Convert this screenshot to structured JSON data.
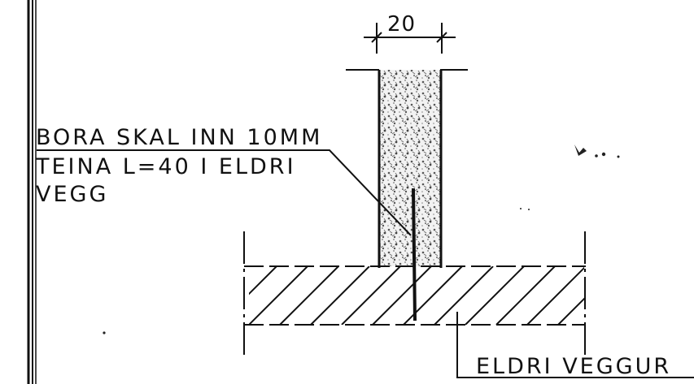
{
  "drawing": {
    "dimension_label": "20",
    "note_lines": [
      "BORA SKAL INN 10MM",
      "TEINA L=40 I ELDRI",
      "VEGG"
    ],
    "wall_label": "ELDRI VEGGUR",
    "ink_color": "#111111",
    "paper_color": "#ffffff"
  }
}
